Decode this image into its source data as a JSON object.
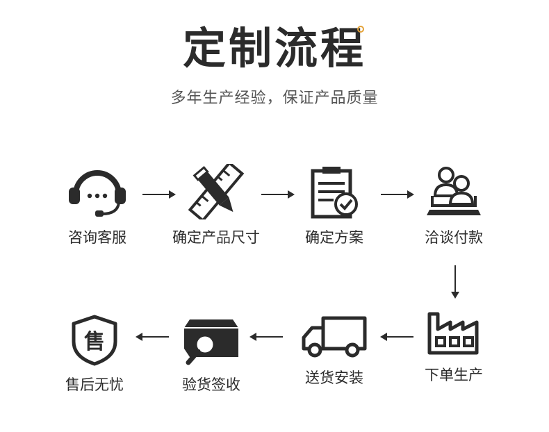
{
  "header": {
    "title": "定制流程",
    "subtitle": "多年生产经验，保证产品质量"
  },
  "colors": {
    "text": "#2b2b2b",
    "accent": "#e4a33a"
  },
  "steps": [
    {
      "label": "咨询客服",
      "icon": "headset-icon"
    },
    {
      "label": "确定产品尺寸",
      "icon": "pencil-ruler-icon"
    },
    {
      "label": "确定方案",
      "icon": "clipboard-check-icon"
    },
    {
      "label": "洽谈付款",
      "icon": "meeting-people-icon"
    },
    {
      "label": "下单生产",
      "icon": "factory-icon"
    },
    {
      "label": "送货安装",
      "icon": "truck-icon"
    },
    {
      "label": "验货签收",
      "icon": "box-inspect-icon"
    },
    {
      "label": "售后无忧",
      "icon": "after-sale-shield-icon"
    }
  ],
  "after_sale_badge": "售"
}
